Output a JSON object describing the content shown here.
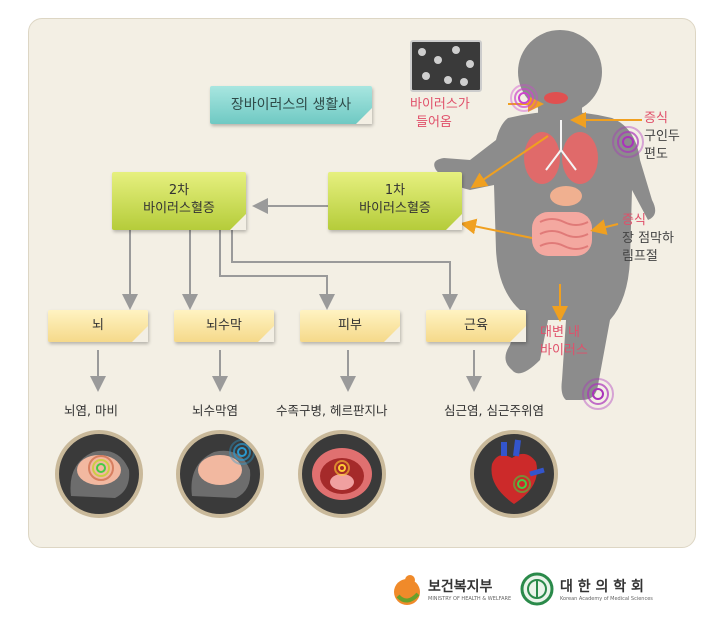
{
  "title": "장바이러스의 생활사",
  "viremia": {
    "secondary": {
      "line1": "2차",
      "line2": "바이러스혈증"
    },
    "primary": {
      "line1": "1차",
      "line2": "바이러스혈증"
    }
  },
  "body_labels": {
    "virus_enters": {
      "line1": "바이러스가",
      "line2": "들어옴"
    },
    "throat": {
      "title": "증식",
      "line1": "구인두",
      "line2": "편도"
    },
    "gut": {
      "title": "증식",
      "line1": "장 점막하",
      "line2": "림프절"
    },
    "stool": {
      "line1": "대변 내",
      "line2": "바이러스"
    }
  },
  "targets": [
    {
      "organ": "뇌",
      "disease": "뇌염, 마비"
    },
    {
      "organ": "뇌수막",
      "disease": "뇌수막염"
    },
    {
      "organ": "피부",
      "disease": "수족구병, 헤르판지나"
    },
    {
      "organ": "근육",
      "disease": "심근염, 심근주위염"
    }
  ],
  "logos": {
    "ministry": {
      "name": "보건복지부",
      "sub": "MINISTRY OF HEALTH & WELFARE"
    },
    "academy": {
      "name": "대 한 의 학 회",
      "sub": "Korean Academy of Medical Sciences"
    }
  },
  "colors": {
    "arrow_orange": "#f0a020",
    "arrow_gray": "#9a9a9a",
    "label_red": "#e0506a",
    "target_ring": "#cc44cc"
  }
}
